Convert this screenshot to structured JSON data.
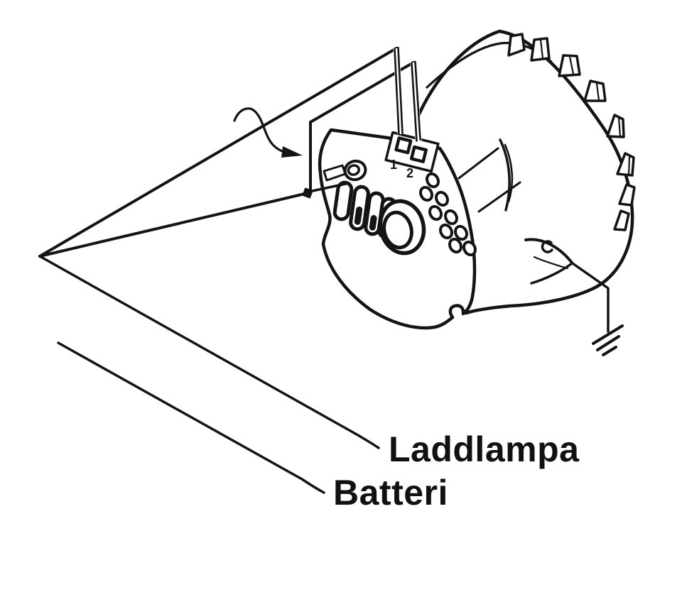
{
  "figure": {
    "type": "technical-line-illustration",
    "subject": "alternator-rear-wiring-diagram",
    "language": "sv",
    "labels": {
      "laddlampa": "Laddlampa",
      "batteri": "Batteri"
    },
    "terminals": [
      "1",
      "2"
    ],
    "icons": {
      "rotation_arrow": "curved-arrow-right",
      "ground": "earth-ground-hatch"
    },
    "colors": {
      "ink": "#141414",
      "background": "#ffffff"
    }
  }
}
